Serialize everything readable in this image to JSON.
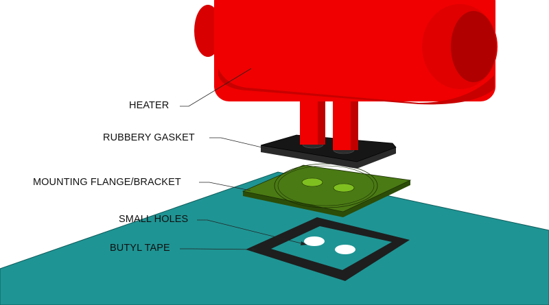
{
  "labels": {
    "heater": "HEATER",
    "gasket": "RUBBERY GASKET",
    "flange": "MOUNTING FLANGE/BRACKET",
    "holes": "SMALL HOLES",
    "tape": "BUTYL TAPE"
  },
  "colors": {
    "surface": "#1f9494",
    "heater": "#f00000",
    "gasket": "#1c1c1c",
    "flange": "#3f6a10",
    "tape": "#1e1e1e"
  }
}
